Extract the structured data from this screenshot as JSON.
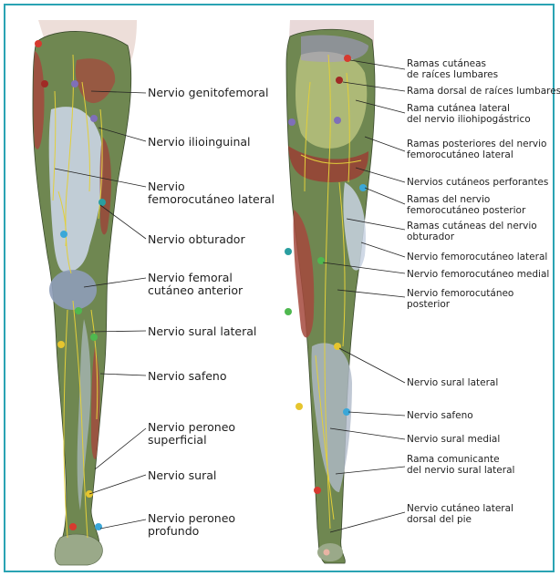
{
  "colors": {
    "frame": "#2aa3b3",
    "nerve": "#e2cf3a",
    "muscle_red": "#a8483c",
    "muscle_green": "#7a8f56",
    "skin_blue": "#c9d2e0",
    "dot_red": "#d63a2f",
    "dot_purple": "#7f6fb8",
    "dot_blue": "#3aa7d8",
    "dot_green": "#4fb84f",
    "dot_yellow": "#e6c52e",
    "dot_teal": "#2a9ea0"
  },
  "anterior_labels": [
    {
      "id": "genitofemoral",
      "lines": [
        "Nervio genitofemoral"
      ]
    },
    {
      "id": "ilioinguinal",
      "lines": [
        "Nervio ilioinguinal"
      ]
    },
    {
      "id": "femorocutaneo-lateral",
      "lines": [
        "Nervio",
        "femorocutáneo lateral"
      ]
    },
    {
      "id": "obturador",
      "lines": [
        "Nervio obturador"
      ]
    },
    {
      "id": "femoral-cutaneo-anterior",
      "lines": [
        "Nervio femoral",
        "cutáneo anterior"
      ]
    },
    {
      "id": "sural-lateral-ant",
      "lines": [
        "Nervio sural lateral"
      ]
    },
    {
      "id": "safeno-ant",
      "lines": [
        "Nervio safeno"
      ]
    },
    {
      "id": "peroneo-superficial",
      "lines": [
        "Nervio peroneo",
        "superficial"
      ]
    },
    {
      "id": "sural",
      "lines": [
        "Nervio sural"
      ]
    },
    {
      "id": "peroneo-profundo",
      "lines": [
        "Nervio peroneo",
        "profundo"
      ]
    }
  ],
  "posterior_labels": [
    {
      "id": "ramas-cutaneas-lumbares",
      "lines": [
        "Ramas cutáneas",
        "de raíces lumbares"
      ]
    },
    {
      "id": "rama-dorsal-lumbares",
      "lines": [
        "Rama dorsal de raíces lumbares"
      ]
    },
    {
      "id": "rama-iliohipogastrico",
      "lines": [
        "Rama cutánea lateral",
        "del nervio iliohipogástrico"
      ]
    },
    {
      "id": "ramas-posteriores-femorocutaneo",
      "lines": [
        "Ramas posteriores del nervio",
        "femorocutáneo lateral"
      ]
    },
    {
      "id": "cutaneos-perforantes",
      "lines": [
        "Nervios cutáneos perforantes"
      ]
    },
    {
      "id": "ramas-femorocutaneo-posterior",
      "lines": [
        "Ramas del nervio",
        "femorocutáneo posterior"
      ]
    },
    {
      "id": "ramas-obturador",
      "lines": [
        "Ramas cutáneas del nervio",
        "obturador"
      ]
    },
    {
      "id": "femorocutaneo-lateral-post",
      "lines": [
        "Nervio femorocutáneo lateral"
      ]
    },
    {
      "id": "femorocutaneo-medial",
      "lines": [
        "Nervio femorocutáneo medial"
      ]
    },
    {
      "id": "femorocutaneo-posterior",
      "lines": [
        "Nervio femorocutáneo",
        "posterior"
      ]
    },
    {
      "id": "sural-lateral-post",
      "lines": [
        "Nervio sural lateral"
      ]
    },
    {
      "id": "safeno-post",
      "lines": [
        "Nervio safeno"
      ]
    },
    {
      "id": "sural-medial",
      "lines": [
        "Nervio sural medial"
      ]
    },
    {
      "id": "rama-comunicante",
      "lines": [
        "Rama comunicante",
        "del nervio sural lateral"
      ]
    },
    {
      "id": "cutaneo-dorsal-pie",
      "lines": [
        "Nervio cutáneo lateral",
        "dorsal del pie"
      ]
    }
  ]
}
